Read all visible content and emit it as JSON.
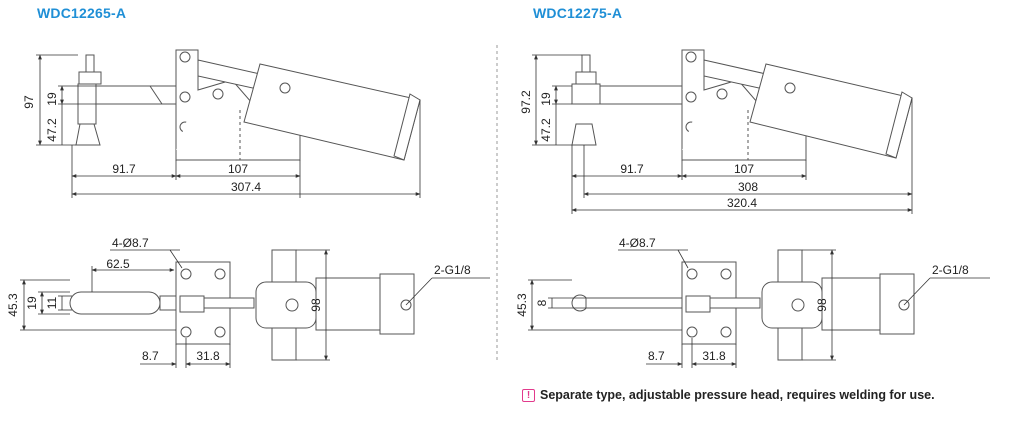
{
  "titles": {
    "left": "WDC12265-A",
    "right": "WDC12275-A"
  },
  "left_side": {
    "d97": "97",
    "d19": "19",
    "d47": "47.2",
    "d917": "91.7",
    "d107": "107",
    "d3074": "307.4"
  },
  "left_top": {
    "hole": "4-Ø8.7",
    "d625": "62.5",
    "d453": "45.3",
    "d19": "19",
    "d11": "11",
    "d98": "98",
    "d87": "8.7",
    "d318": "31.8",
    "port": "2-G1/8"
  },
  "right_side": {
    "d972": "97.2",
    "d19": "19",
    "d47": "47.2",
    "d917": "91.7",
    "d107": "107",
    "d308": "308",
    "d3204": "320.4"
  },
  "right_top": {
    "hole": "4-Ø8.7",
    "d453": "45.3",
    "d8": "8",
    "d98": "98",
    "d87": "8.7",
    "d318": "31.8",
    "port": "2-G1/8"
  },
  "note": {
    "text": "Separate type, adjustable pressure head, requires welding for use."
  },
  "colors": {
    "title": "#1f8fd6",
    "line": "#555555",
    "note_icon": "#e23a8c"
  }
}
